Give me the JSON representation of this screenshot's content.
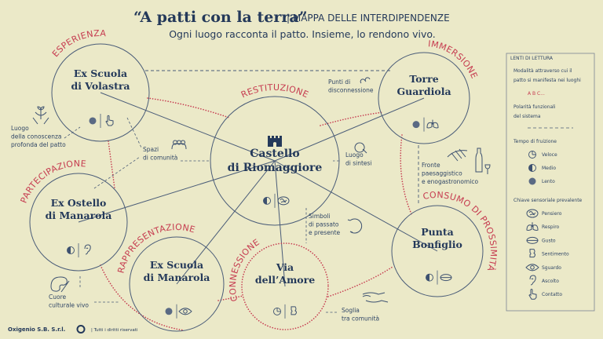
{
  "header": {
    "title": "“A patti con la terra”",
    "tag": "| MAPPA DELLE INTERDIPENDENZE",
    "subtitle": "Ogni luogo racconta il patto. Insieme, lo rendono vivo."
  },
  "colors": {
    "background": "#ebe9c8",
    "ink": "#24395a",
    "relation": "#c63c50",
    "line": "#4a5c78"
  },
  "nodes": [
    {
      "id": "volastra",
      "lines": [
        "Ex Scuola",
        "di Volastra"
      ],
      "relation": "ESPERIENZA",
      "time": "Lento",
      "sense": "Contatto",
      "border": "solid"
    },
    {
      "id": "castello",
      "lines": [
        "Castello",
        "di Riomaggiore"
      ],
      "relation": "RESTITUZIONE",
      "time": "Medio",
      "sense": "Pensiero",
      "border": "solid",
      "icon": "castle-icon"
    },
    {
      "id": "torre",
      "lines": [
        "Torre",
        "Guardiola"
      ],
      "relation": "IMMERSIONE",
      "time": "Lento",
      "sense": "Respiro",
      "border": "solid"
    },
    {
      "id": "ostello",
      "lines": [
        "Ex Ostello",
        "di Manarola"
      ],
      "relation": "PARTECIPAZIONE",
      "time": "Medio",
      "sense": "Ascolto",
      "border": "solid"
    },
    {
      "id": "scuola-manarola",
      "lines": [
        "Ex Scuola",
        "di Manarola"
      ],
      "relation": "RAPPRESENTAZIONE",
      "time": "Lento",
      "sense": "Sguardo",
      "border": "solid"
    },
    {
      "id": "via-amore",
      "lines": [
        "Via",
        "dell’Amore"
      ],
      "relation": "CONNESSIONE",
      "time": "Veloce",
      "sense": "Sentimento",
      "border": "dotted"
    },
    {
      "id": "bonfiglio",
      "lines": [
        "Punta",
        "Bonfiglio"
      ],
      "relation": "CONSUMO DI PROSSIMITÀ",
      "time": "Medio",
      "sense": "Gusto",
      "border": "solid"
    }
  ],
  "annotations": [
    {
      "id": "conoscenza",
      "lines": [
        "Luogo",
        "della conoscenza",
        "profonda del patto"
      ],
      "icon": "hands-plant-icon"
    },
    {
      "id": "comunita",
      "lines": [
        "Spazi",
        "di comunità"
      ],
      "icon": "people-icon"
    },
    {
      "id": "disconnessione",
      "lines": [
        "Punti di",
        "disconnessione"
      ],
      "icon": "broken-chain-icon"
    },
    {
      "id": "sintesi",
      "lines": [
        "Luogo",
        "di sintesi"
      ],
      "icon": "magnifier-icon"
    },
    {
      "id": "fronte",
      "lines": [
        "Fronte",
        "paesaggistico",
        "e enogastronomico"
      ],
      "icon": "vineyard-wine-icon"
    },
    {
      "id": "simboli",
      "lines": [
        "Simboli",
        "di passato",
        "e presente"
      ],
      "icon": "cycle-icon"
    },
    {
      "id": "cuore",
      "lines": [
        "Cuore",
        "culturale vivo"
      ],
      "icon": "palette-icon"
    },
    {
      "id": "soglia",
      "lines": [
        "Soglia",
        "tra comunità"
      ],
      "icon": "hands-icon"
    }
  ],
  "legend": {
    "title": "LENTI DI LETTURA",
    "modalita": [
      "Modalità attraverso cui il",
      "patto si manifesta nei luoghi"
    ],
    "abc": "A B C...",
    "polarita": [
      "Polarità funzionali",
      "del sistema"
    ],
    "tempo_title": "Tempo di fruizione",
    "tempo": [
      "Veloce",
      "Medio",
      "Lento"
    ],
    "chiave_title": "Chiave sensoriale prevalente",
    "chiave": [
      "Pensiero",
      "Respiro",
      "Gusto",
      "Sentimento",
      "Sguardo",
      "Ascolto",
      "Contatto"
    ]
  },
  "footer": {
    "company": "Oxigenio S.B. S.r.l.",
    "rights": "|  Tutti i diritti riservati"
  }
}
